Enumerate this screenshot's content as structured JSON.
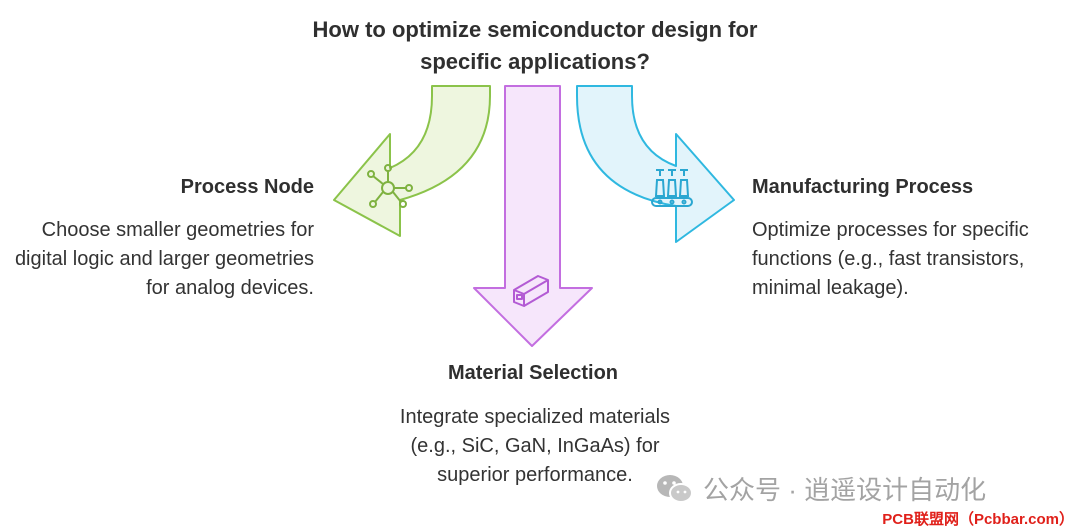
{
  "title": "How to optimize semiconductor design for specific applications?",
  "branches": {
    "process_node": {
      "heading": "Process Node",
      "description": "Choose smaller geometries for digital logic and larger geometries for analog devices.",
      "color": "#8bc34a",
      "fill": "#eef6df",
      "icon": "node-network-icon"
    },
    "material_selection": {
      "heading": "Material Selection",
      "description": "Integrate specialized materials (e.g., SiC, GaN, InGaAs) for superior performance.",
      "color": "#c36ee0",
      "fill": "#f6e6fb",
      "icon": "chip-block-icon"
    },
    "manufacturing_process": {
      "heading": "Manufacturing Process",
      "description": "Optimize processes for specific functions (e.g., fast transistors, minimal leakage).",
      "color": "#2fb8e0",
      "fill": "#e2f4fb",
      "icon": "conveyor-bottles-icon"
    }
  },
  "watermark": "公众号 · 逍遥设计自动化",
  "credit": "PCB联盟网（Pcbbar.com）"
}
